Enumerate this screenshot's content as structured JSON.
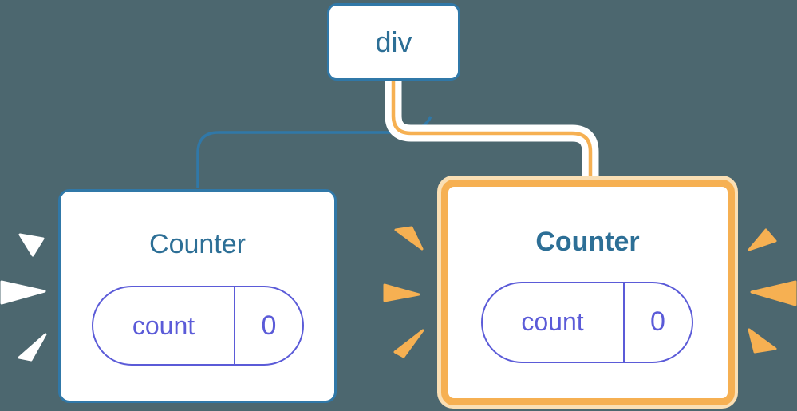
{
  "diagram": {
    "root": {
      "label": "div"
    },
    "children": [
      {
        "label": "Counter",
        "emphasis": "normal",
        "state": {
          "key": "count",
          "value": "0"
        }
      },
      {
        "label": "Counter",
        "emphasis": "highlighted",
        "state": {
          "key": "count",
          "value": "0"
        }
      }
    ]
  },
  "icons": {
    "left_sparks": "burst-spark-white",
    "right_sparks": "burst-spark-orange"
  },
  "colors": {
    "background": "#4C676F",
    "blue_border": "#3078A8",
    "blue_text": "#2D6F96",
    "purple": "#5B5BD8",
    "orange": "#F6B052",
    "orange_light": "#FADFB4",
    "card_bg": "#FFFFFF",
    "spark_white": "#FFFFFF"
  }
}
